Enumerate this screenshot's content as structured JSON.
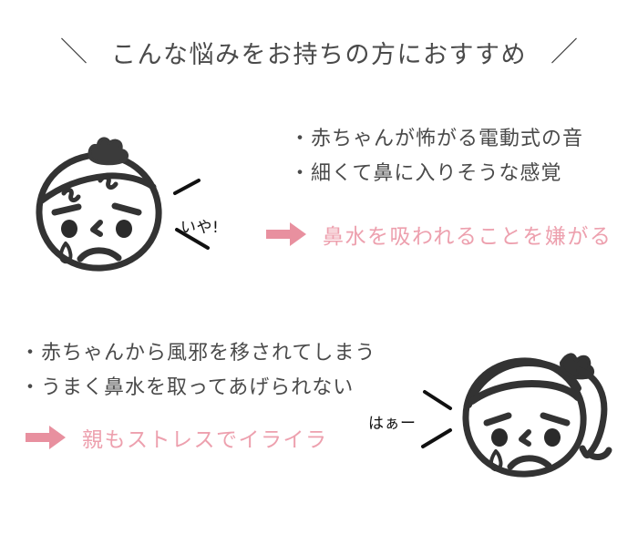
{
  "page": {
    "background_color": "#ffffff",
    "text_color": "#4a4a4a",
    "accent_pink": "#eda0ae",
    "arrow_pink": "#e8909f",
    "ink_color": "#333333"
  },
  "header": {
    "slash_left": "＼",
    "slash_right": "／",
    "title": "こんな悩みをお持ちの方におすすめ"
  },
  "sections": [
    {
      "id": "baby",
      "bullets": [
        "・赤ちゃんが怖がる電動式の音",
        "・細くて鼻に入りそうな感覚"
      ],
      "conclusion": "鼻水を吸われることを嫌がる",
      "illustration_label": "crying-baby-face",
      "speech": "いや!"
    },
    {
      "id": "parent",
      "bullets": [
        "・赤ちゃんから風邪を移されてしまう",
        "・うまく鼻水を取ってあげられない"
      ],
      "conclusion": "親もストレスでイライラ",
      "illustration_label": "tired-mother-face",
      "speech": "はぁー"
    }
  ],
  "icons": {
    "arrow": "right-arrow-icon"
  }
}
